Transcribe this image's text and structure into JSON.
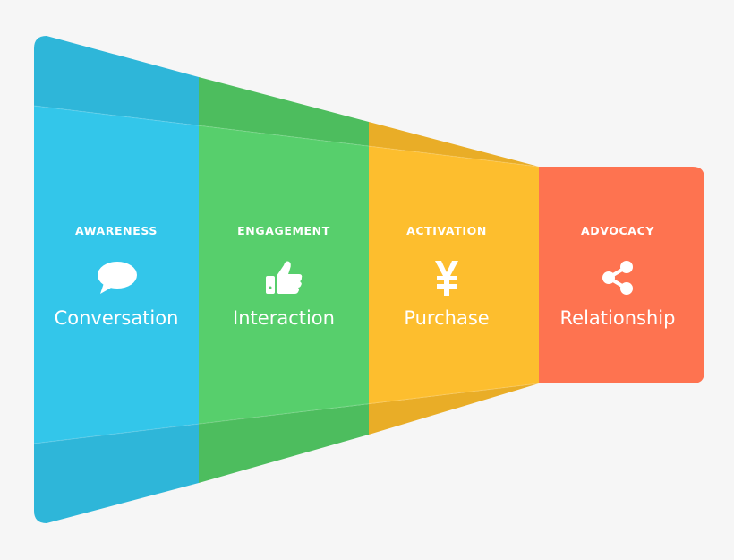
{
  "stages": [
    {
      "heading": "AWARENESS",
      "label": "Conversation",
      "icon": "speech-bubble-icon",
      "color": "#33c6ea",
      "shade": "#2eb5d8"
    },
    {
      "heading": "ENGAGEMENT",
      "label": "Interaction",
      "icon": "thumbs-up-icon",
      "color": "#57cf6c",
      "shade": "#4dbd5e"
    },
    {
      "heading": "ACTIVATION",
      "label": "Purchase",
      "icon": "yen-icon",
      "color": "#fdbe2e",
      "shade": "#e9ad27"
    },
    {
      "heading": "ADVOCACY",
      "label": "Relationship",
      "icon": "share-icon",
      "color": "#fe7350",
      "shade": "#fe7350"
    }
  ],
  "background": "#f6f6f6"
}
